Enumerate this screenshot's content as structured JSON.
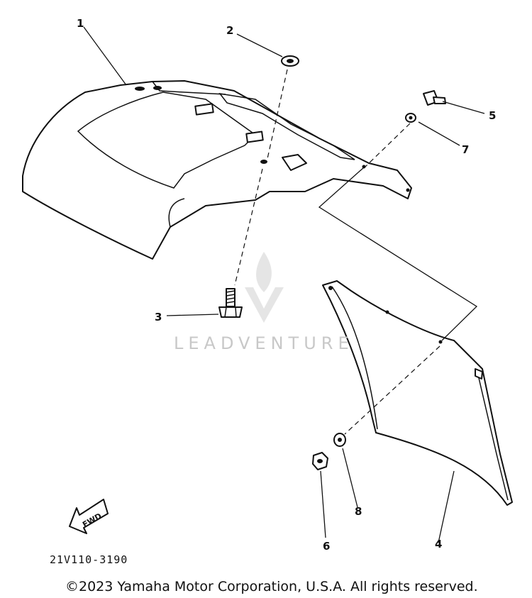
{
  "diagram": {
    "callouts": [
      {
        "id": "1",
        "label": "1"
      },
      {
        "id": "2",
        "label": "2"
      },
      {
        "id": "3",
        "label": "3"
      },
      {
        "id": "4",
        "label": "4"
      },
      {
        "id": "5",
        "label": "5"
      },
      {
        "id": "6",
        "label": "6"
      },
      {
        "id": "7",
        "label": "7"
      },
      {
        "id": "8",
        "label": "8"
      }
    ],
    "direction_arrow": "FWD",
    "part_code": "21V110-3190"
  },
  "watermark": {
    "text": "LEADVENTURE",
    "logo": "flame-v-logo",
    "color": "#c8c8c8"
  },
  "footer": {
    "copyright": "©2023 Yamaha Motor Corporation, U.S.A. All rights reserved."
  }
}
